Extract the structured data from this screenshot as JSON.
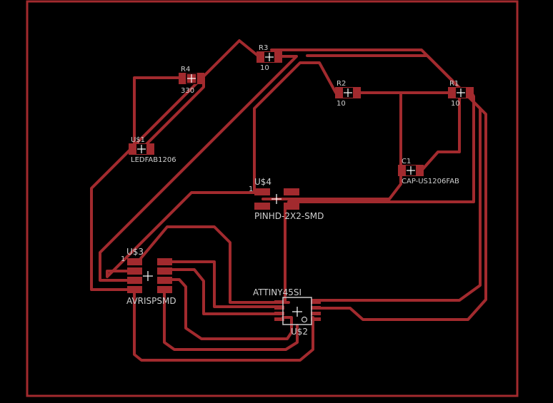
{
  "board": {
    "background_color": "#000000",
    "trace_color": "#a22a2e",
    "label_color": "#cfcfcf"
  },
  "components": {
    "r4": {
      "ref": "R4",
      "value": "330"
    },
    "r3": {
      "ref": "R3",
      "value": "10"
    },
    "r2": {
      "ref": "R2",
      "value": "10"
    },
    "r1": {
      "ref": "R1",
      "value": "10"
    },
    "led": {
      "ref": "U$1",
      "value": "LEDFAB1206"
    },
    "c1": {
      "ref": "C1",
      "value": "CAP-US1206FAB"
    },
    "u4": {
      "ref": "U$4",
      "value": "PINHD-2X2-SMD",
      "pin1": "1"
    },
    "u3": {
      "ref": "U$3",
      "value": "AVRISPSMD",
      "pin1": "1"
    },
    "u2": {
      "ref": "U$2",
      "value": "ATTINY45SI"
    }
  }
}
